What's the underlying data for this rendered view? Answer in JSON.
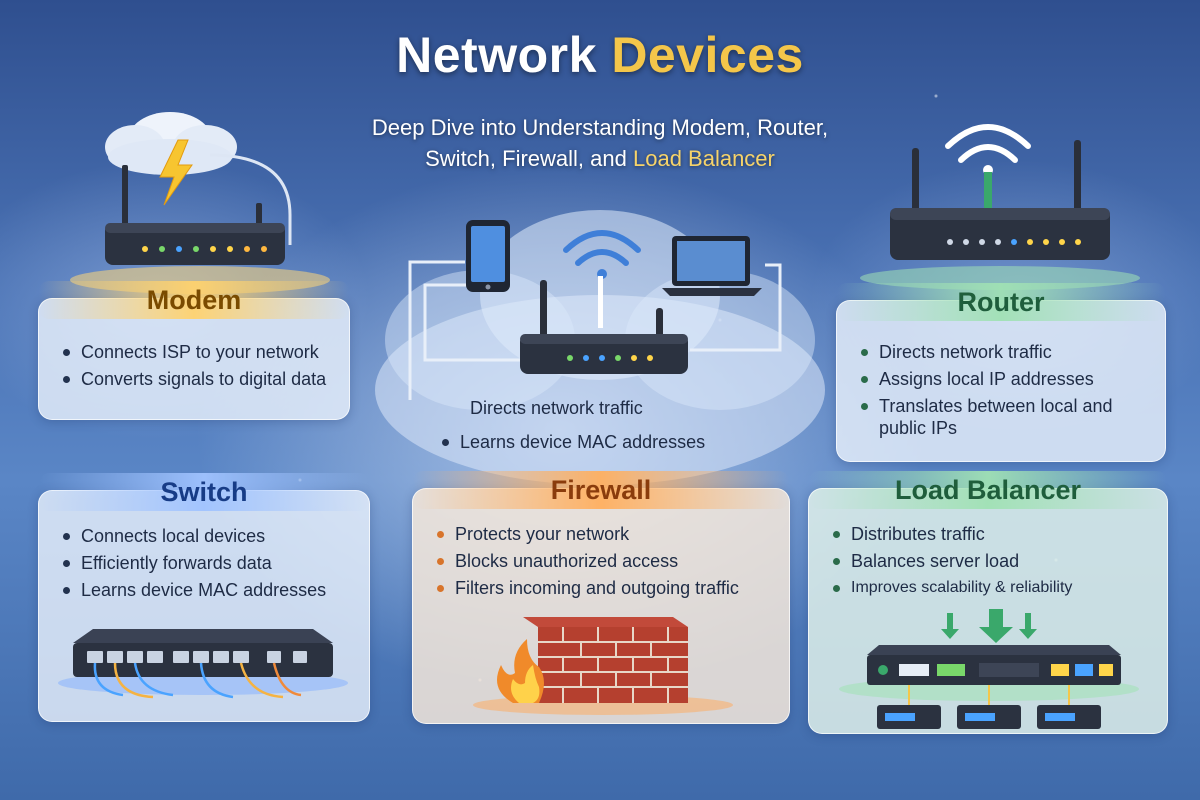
{
  "title": {
    "word1": "Network",
    "word2": "Devices"
  },
  "subtitle": {
    "line1": "Deep Dive into Understanding Modem, Router,",
    "line2_plain": "Switch, Firewall, and ",
    "line2_highlight": "Load Balancer"
  },
  "modem": {
    "title": "Modem",
    "bullets": [
      "Connects ISP to your network",
      "Converts signals to digital data"
    ]
  },
  "router": {
    "title": "Router",
    "bullets": [
      "Directs network traffic",
      "Assigns local IP addresses",
      "Translates between local and public IPs"
    ]
  },
  "center": {
    "text1": "Directs network traffic",
    "text2": "Learns device MAC addresses"
  },
  "switch": {
    "title": "Switch",
    "bullets": [
      "Connects local devices",
      "Efficiently forwards data",
      "Learns device MAC addresses"
    ]
  },
  "firewall": {
    "title": "Firewall",
    "bullets": [
      "Protects your network",
      "Blocks unauthorized access",
      "Filters incoming and outgoing traffic"
    ]
  },
  "load_balancer": {
    "title": "Load Balancer",
    "bullets": [
      "Distributes traffic",
      "Balances server load",
      "Improves scalability & reliability"
    ]
  },
  "colors": {
    "accent_gold": "#f4c64a",
    "modem_orange": "#f5b342",
    "router_green": "#3aa86b",
    "switch_blue": "#4d7fe0",
    "firewall_orange": "#f08a3a"
  },
  "icons": [
    "cloud-icon",
    "lightning-icon",
    "modem-icon",
    "wifi-icon",
    "router-icon",
    "tablet-icon",
    "laptop-icon",
    "network-switch-icon",
    "brick-wall-icon",
    "fire-icon",
    "server-rack-icon",
    "down-arrow-icon"
  ]
}
